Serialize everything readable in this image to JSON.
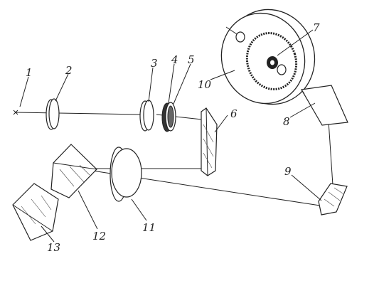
{
  "diagram": {
    "labels": [
      "1",
      "2",
      "3",
      "4",
      "5",
      "6",
      "7",
      "8",
      "9",
      "10",
      "11",
      "12",
      "13"
    ]
  },
  "colors": {
    "ink": "#222222",
    "paper": "#ffffff"
  }
}
